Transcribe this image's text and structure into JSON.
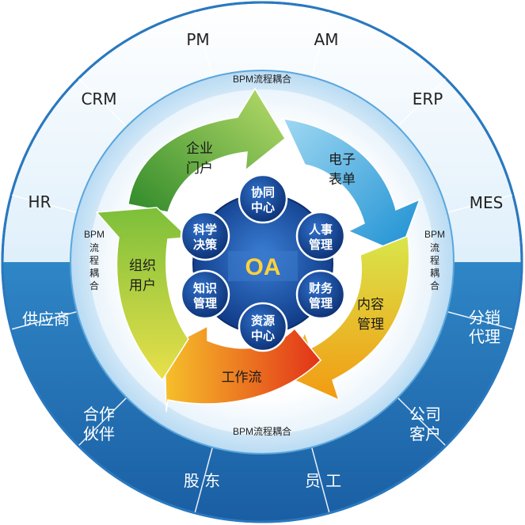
{
  "center": {
    "label": "OA"
  },
  "outer_ring": [
    {
      "id": "pm",
      "label": "PM"
    },
    {
      "id": "am",
      "label": "AM"
    },
    {
      "id": "erp",
      "label": "ERP"
    },
    {
      "id": "mes",
      "label": "MES"
    },
    {
      "id": "fenxiao",
      "lines": [
        "分销",
        "代理"
      ]
    },
    {
      "id": "gongsi",
      "lines": [
        "公司",
        "客户"
      ]
    },
    {
      "id": "yuangong",
      "label": "员 工"
    },
    {
      "id": "gudong",
      "label": "股 东"
    },
    {
      "id": "hezuo",
      "lines": [
        "合作",
        "伙伴"
      ]
    },
    {
      "id": "gongying",
      "label": "供应商"
    },
    {
      "id": "hr",
      "label": "HR"
    },
    {
      "id": "crm",
      "label": "CRM"
    }
  ],
  "bpm_labels": {
    "top": "BPM流程耦合",
    "bottom": "BPM流程耦合",
    "left": [
      "BPM",
      "流",
      "程",
      "耦",
      "合"
    ],
    "right": [
      "BPM",
      "流",
      "程",
      "耦",
      "合"
    ]
  },
  "cycle_arrows": [
    {
      "id": "portal",
      "lines": [
        "企业",
        "门户"
      ],
      "color": "#5aa02c"
    },
    {
      "id": "eform",
      "lines": [
        "电子",
        "表单"
      ],
      "color": "#29a3dc"
    },
    {
      "id": "content",
      "lines": [
        "内容",
        "管理"
      ],
      "color": "#f0b21e"
    },
    {
      "id": "workflow",
      "lines": [
        "工作流"
      ],
      "color": "#e8541e"
    },
    {
      "id": "users",
      "lines": [
        "组织",
        "用户"
      ],
      "color": "#a9c93a"
    }
  ],
  "inner_nodes": [
    {
      "id": "xietong",
      "lines": [
        "协同",
        "中心"
      ]
    },
    {
      "id": "renshi",
      "lines": [
        "人事",
        "管理"
      ]
    },
    {
      "id": "caiwu",
      "lines": [
        "财务",
        "管理"
      ]
    },
    {
      "id": "ziyuan",
      "lines": [
        "资源",
        "中心"
      ]
    },
    {
      "id": "zhishi",
      "lines": [
        "知识",
        "管理"
      ]
    },
    {
      "id": "kexue",
      "lines": [
        "科学",
        "决策"
      ]
    }
  ],
  "colors": {
    "outer_upper": "#eaf5fd",
    "outer_lower": "#2a7fc1",
    "ring_inner": "#cfe6f7",
    "hub": "#1b4fa2",
    "bubble": "#12408e"
  }
}
